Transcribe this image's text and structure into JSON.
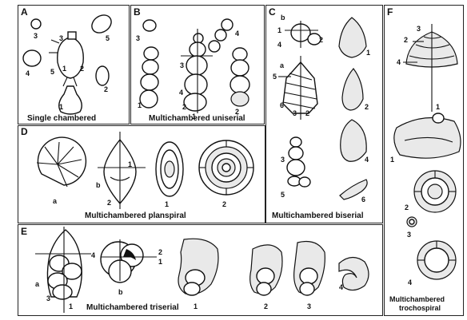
{
  "panels": {
    "A": {
      "label": "A",
      "caption": "Single chambered",
      "nums": [
        "3",
        "3",
        "5",
        "4",
        "5",
        "1",
        "2",
        "1",
        "2"
      ]
    },
    "B": {
      "label": "B",
      "caption": "Multichambered uniserial",
      "nums": [
        "3",
        "4",
        "3",
        "4",
        "1",
        "2",
        "1",
        "2"
      ]
    },
    "C": {
      "label": "C",
      "caption": "Multichambered biserial",
      "nums": [
        "b",
        "1",
        "2",
        "4",
        "a",
        "5",
        "6",
        "3",
        "2",
        "1",
        "2",
        "3",
        "4",
        "5",
        "6"
      ]
    },
    "D": {
      "label": "D",
      "caption": "Multichambered planspiral",
      "nums": [
        "a",
        "b",
        "1",
        "2",
        "1",
        "2"
      ]
    },
    "E": {
      "label": "E",
      "caption": "Multichambered triserial",
      "nums": [
        "4",
        "a",
        "3",
        "1",
        "2",
        "1",
        "b",
        "1",
        "2",
        "3",
        "4"
      ]
    },
    "F": {
      "label": "F",
      "caption_line1": "Multichambered",
      "caption_line2": "trochospiral",
      "nums": [
        "3",
        "2",
        "4",
        "1",
        "1",
        "2",
        "3",
        "4"
      ]
    }
  }
}
